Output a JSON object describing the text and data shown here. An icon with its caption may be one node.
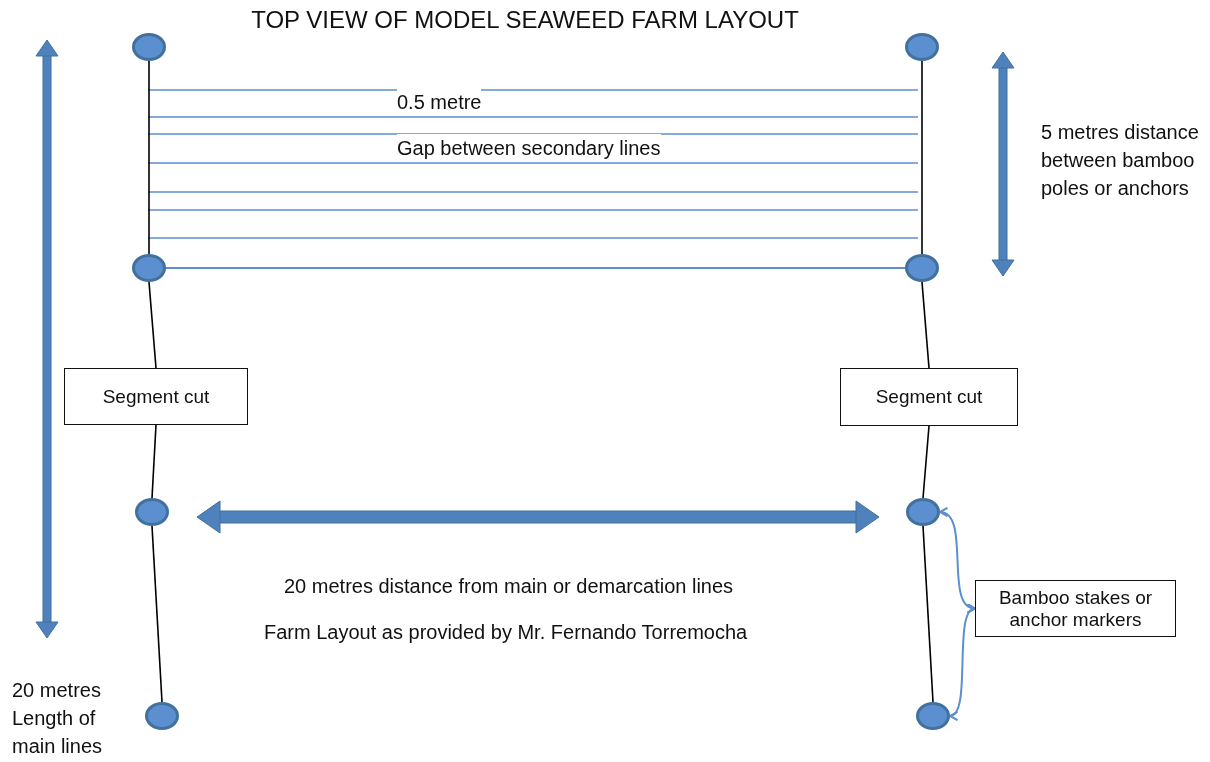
{
  "diagram": {
    "title": "TOP VIEW OF MODEL SEAWEED FARM LAYOUT",
    "nodes": [
      {
        "text": [],
        "shape": "circle"
      },
      {
        "text": [],
        "shape": "circle"
      },
      {
        "text": [],
        "shape": "circle"
      },
      {
        "text": [],
        "shape": "circle"
      },
      {
        "text": [
          "Segment cut"
        ]
      },
      {
        "text": [
          "Segment cut"
        ]
      },
      {
        "text": [],
        "shape": "circle"
      },
      {
        "text": [],
        "shape": "circle"
      },
      {
        "text": [
          "Bamboo stakes or anchor markers"
        ]
      },
      {
        "text": [],
        "shape": "circle"
      },
      {
        "text": [],
        "shape": "circle"
      }
    ],
    "edges": [
      {
        "from": 0,
        "to": 2,
        "arrow": "none"
      },
      {
        "from": 2,
        "to": 4,
        "arrow": "none"
      },
      {
        "from": 4,
        "to": 6,
        "arrow": "none"
      },
      {
        "from": 6,
        "to": 9,
        "arrow": "none"
      },
      {
        "from": 1,
        "to": 3,
        "arrow": "none"
      },
      {
        "from": 3,
        "to": 5,
        "arrow": "none"
      },
      {
        "from": 5,
        "to": 7,
        "arrow": "none"
      },
      {
        "from": 7,
        "to": 10,
        "arrow": "none"
      },
      {
        "from": 2,
        "to": 3,
        "arrow": "none",
        "color": "#5b8fd0"
      },
      {
        "from": 8,
        "to": 7,
        "arrow": "both",
        "color": "#5b8fd0"
      },
      {
        "from": 8,
        "to": 10,
        "arrow": "both",
        "color": "#5b8fd0"
      }
    ],
    "labels": [
      "0.5 metre",
      "Gap between secondary lines",
      "5 metres distance between bamboo poles or anchors",
      "20 metres distance from main or demarcation lines",
      "Farm Layout as provided by Mr. Fernando Torremocha",
      "20 metres Length of main lines"
    ]
  }
}
